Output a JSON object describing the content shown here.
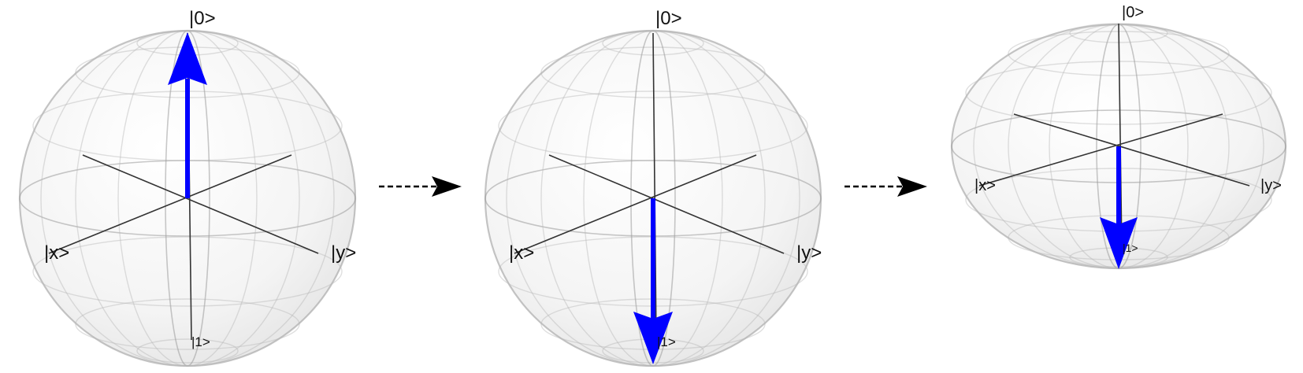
{
  "spheres": [
    {
      "labels": {
        "zero": "|0>",
        "one": "|1>",
        "x": "|x>",
        "y": "|y>"
      },
      "state_vector": {
        "direction": "up",
        "color": "#0000ff"
      }
    },
    {
      "labels": {
        "zero": "|0>",
        "one": "|1>",
        "x": "|x>",
        "y": "|y>"
      },
      "state_vector": {
        "direction": "down",
        "color": "#0000ff"
      }
    },
    {
      "labels": {
        "zero": "|0>",
        "one": "|1>",
        "x": "|x>",
        "y": "|y>"
      },
      "state_vector": {
        "direction": "down",
        "color": "#0000ff"
      }
    }
  ],
  "transition_arrows": [
    {
      "style": "dashed",
      "color": "#000000"
    },
    {
      "style": "dashed",
      "color": "#000000"
    }
  ],
  "colors": {
    "state_vector": "#0000ff",
    "grid": "#9a9a9a",
    "axes": "#333333"
  }
}
